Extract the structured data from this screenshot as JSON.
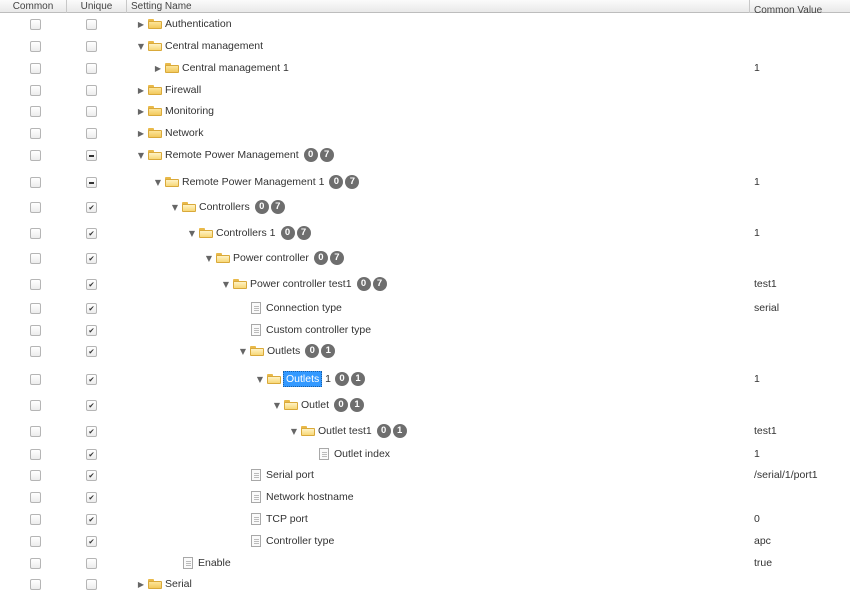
{
  "columns": {
    "common": "Common",
    "unique": "Unique",
    "name": "Setting Name",
    "value": "Common Value"
  },
  "rows": [
    {
      "label": "Authentication",
      "type": "folder",
      "level": 0,
      "toggle": "collapsed",
      "unique": "unchecked",
      "value": ""
    },
    {
      "label": "Central management",
      "type": "folder",
      "level": 0,
      "toggle": "expanded",
      "unique": "unchecked",
      "value": ""
    },
    {
      "label": "Central management 1",
      "type": "folder",
      "level": 1,
      "toggle": "collapsed",
      "unique": "unchecked",
      "value": "1"
    },
    {
      "label": "Firewall",
      "type": "folder",
      "level": 0,
      "toggle": "collapsed",
      "unique": "unchecked",
      "value": ""
    },
    {
      "label": "Monitoring",
      "type": "folder",
      "level": 0,
      "toggle": "collapsed",
      "unique": "unchecked",
      "value": ""
    },
    {
      "label": "Network",
      "type": "folder",
      "level": 0,
      "toggle": "collapsed",
      "unique": "unchecked",
      "value": ""
    },
    {
      "label": "Remote Power Management",
      "type": "folder",
      "level": 0,
      "toggle": "expanded",
      "unique": "partial",
      "badges": [
        "0",
        "7"
      ],
      "value": ""
    },
    {
      "label": "Remote Power Management 1",
      "type": "folder",
      "level": 1,
      "toggle": "expanded",
      "unique": "partial",
      "badges": [
        "0",
        "7"
      ],
      "value": "1"
    },
    {
      "label": "Controllers",
      "type": "folder",
      "level": 2,
      "toggle": "expanded",
      "unique": "checked",
      "badges": [
        "0",
        "7"
      ],
      "value": ""
    },
    {
      "label": "Controllers 1",
      "type": "folder",
      "level": 3,
      "toggle": "expanded",
      "unique": "checked",
      "badges": [
        "0",
        "7"
      ],
      "value": "1"
    },
    {
      "label": "Power controller",
      "type": "folder",
      "level": 4,
      "toggle": "expanded",
      "unique": "checked",
      "badges": [
        "0",
        "7"
      ],
      "value": ""
    },
    {
      "label": "Power controller test1",
      "type": "folder",
      "level": 5,
      "toggle": "expanded",
      "unique": "checked",
      "badges": [
        "0",
        "7"
      ],
      "value": "test1"
    },
    {
      "label": "Connection type",
      "type": "file",
      "level": 6,
      "unique": "checked",
      "value": "serial"
    },
    {
      "label": "Custom controller type",
      "type": "file",
      "level": 6,
      "unique": "checked",
      "value": ""
    },
    {
      "label": "Outlets",
      "type": "folder",
      "level": 6,
      "toggle": "expanded",
      "unique": "checked",
      "badges": [
        "0",
        "1"
      ],
      "value": ""
    },
    {
      "label": "Outlets",
      "suffix": " 1",
      "selected": true,
      "type": "folder",
      "level": 7,
      "toggle": "expanded",
      "unique": "checked",
      "badges": [
        "0",
        "1"
      ],
      "value": "1"
    },
    {
      "label": "Outlet",
      "type": "folder",
      "level": 8,
      "toggle": "expanded",
      "unique": "checked",
      "badges": [
        "0",
        "1"
      ],
      "value": ""
    },
    {
      "label": "Outlet test1",
      "type": "folder",
      "level": 9,
      "toggle": "expanded",
      "unique": "checked",
      "badges": [
        "0",
        "1"
      ],
      "value": "test1"
    },
    {
      "label": "Outlet index",
      "type": "file",
      "level": 10,
      "unique": "checked",
      "value": "1"
    },
    {
      "label": "Serial port",
      "type": "file",
      "level": 6,
      "unique": "checked",
      "value": "/serial/1/port1"
    },
    {
      "label": "Network hostname",
      "type": "file",
      "level": 6,
      "unique": "checked",
      "value": ""
    },
    {
      "label": "TCP port",
      "type": "file",
      "level": 6,
      "unique": "checked",
      "value": "0"
    },
    {
      "label": "Controller type",
      "type": "file",
      "level": 6,
      "unique": "checked",
      "value": "apc"
    },
    {
      "label": "Enable",
      "type": "file",
      "level": 2,
      "unique": "unchecked",
      "value": "true"
    },
    {
      "label": "Serial",
      "type": "folder",
      "level": 0,
      "toggle": "collapsed",
      "unique": "unchecked",
      "value": ""
    }
  ],
  "icons": {
    "collapsed": "triangle-right-icon",
    "expanded": "triangle-down-icon",
    "folder": "folder-icon",
    "file": "document-icon"
  },
  "colors": {
    "selection": "#3399ff",
    "badge": "#6e6e6e",
    "folder": "#f2c95c"
  }
}
